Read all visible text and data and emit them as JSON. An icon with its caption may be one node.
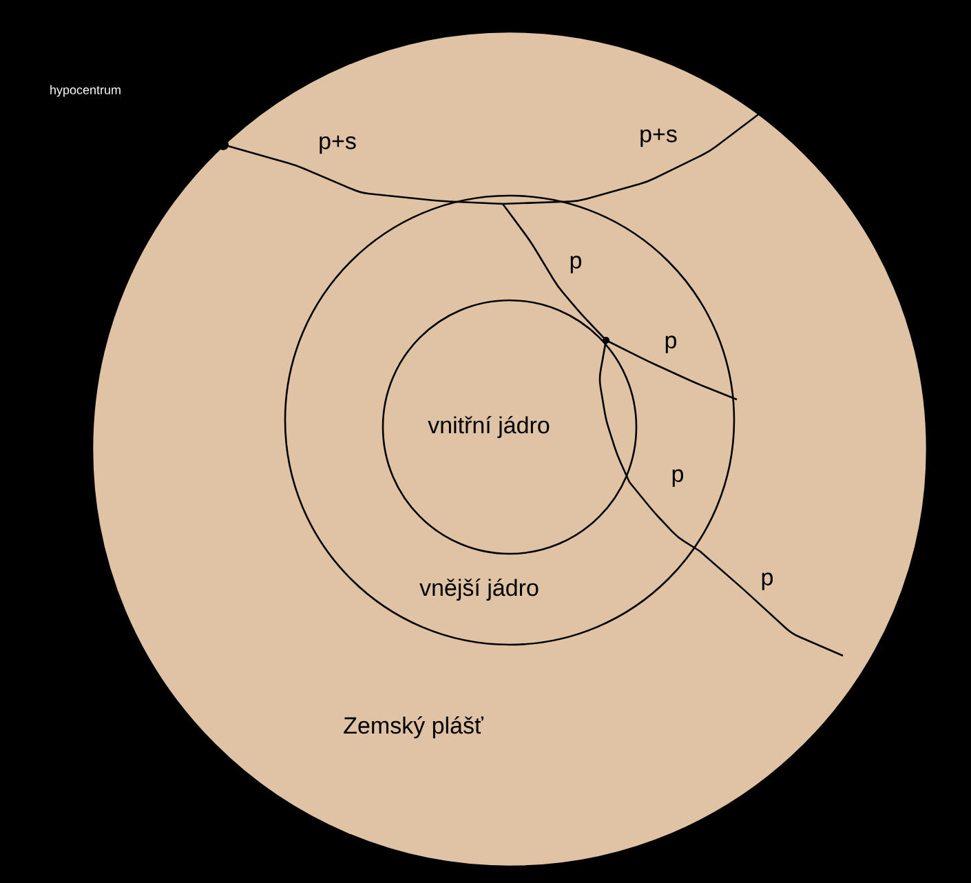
{
  "diagram": {
    "nodes": [
      {
        "text": [
          "Zemský plášť"
        ]
      },
      {
        "text": [
          "vnější jádro"
        ],
        "in": 0
      },
      {
        "text": [
          "vnitřní jádro"
        ],
        "in": 1
      }
    ],
    "labels": [
      "hypocentrum",
      "p+s",
      "p+s",
      "p",
      "p",
      "p",
      "p"
    ]
  }
}
